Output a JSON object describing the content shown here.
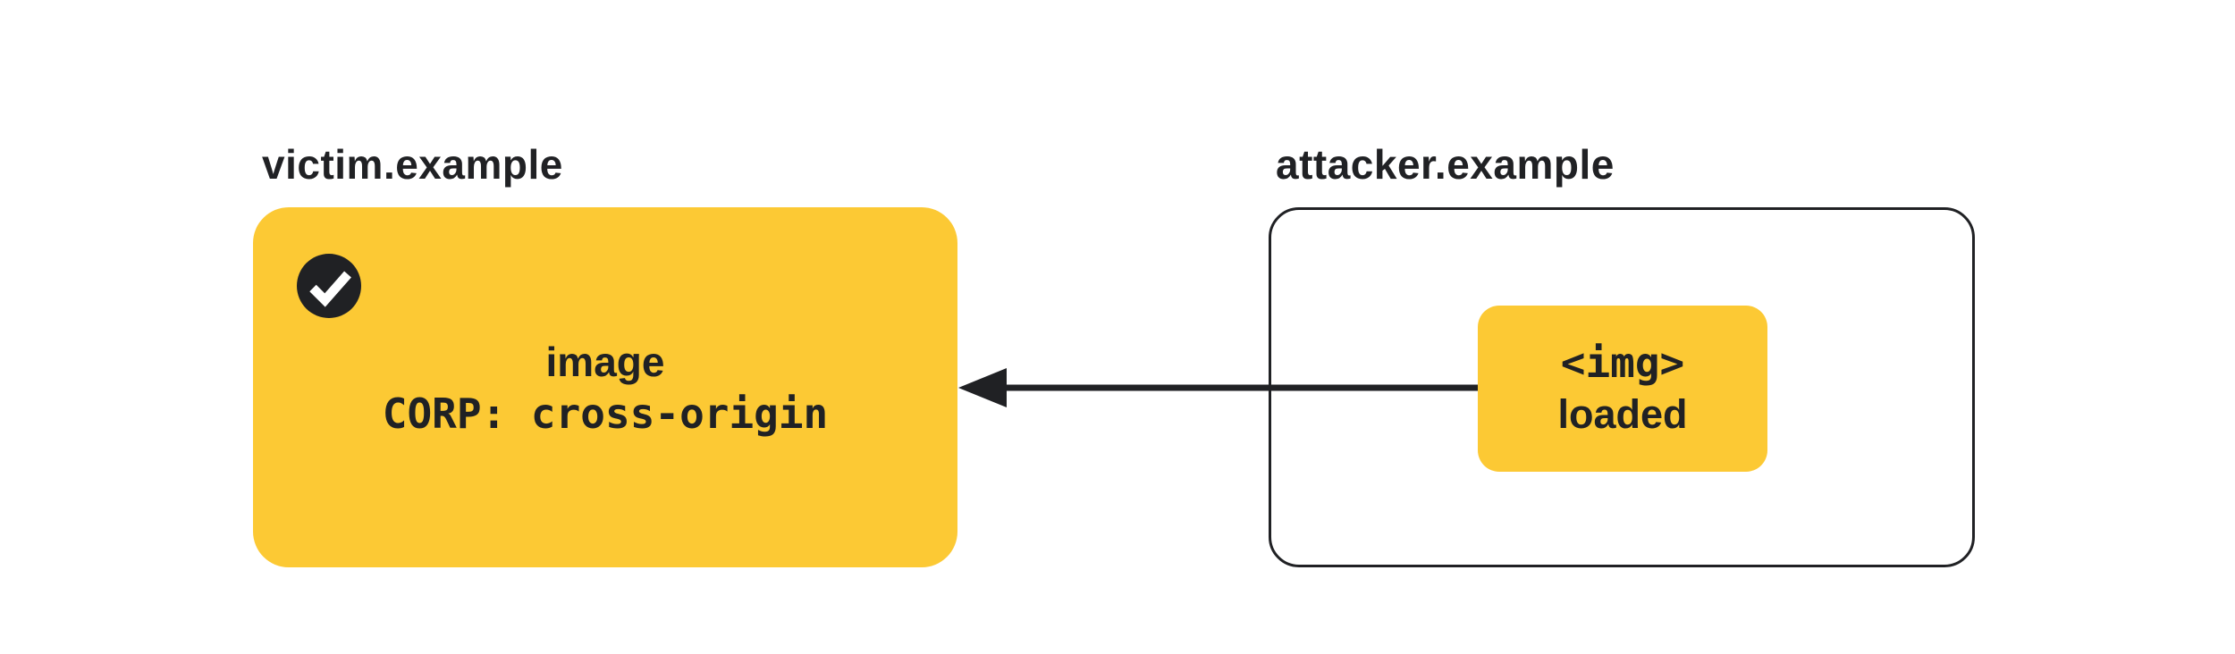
{
  "colors": {
    "accent_yellow": "#FCC934",
    "ink": "#202124",
    "background": "#FFFFFF"
  },
  "victim": {
    "label": "victim.example",
    "resource_line": "image",
    "corp_line": "CORP: cross-origin",
    "status_icon": "checkmark"
  },
  "attacker": {
    "label": "attacker.example",
    "badge_line1": "<img>",
    "badge_line2": "loaded"
  },
  "arrow": {
    "from": "attacker.example",
    "to": "victim.example",
    "direction": "right-to-left"
  }
}
